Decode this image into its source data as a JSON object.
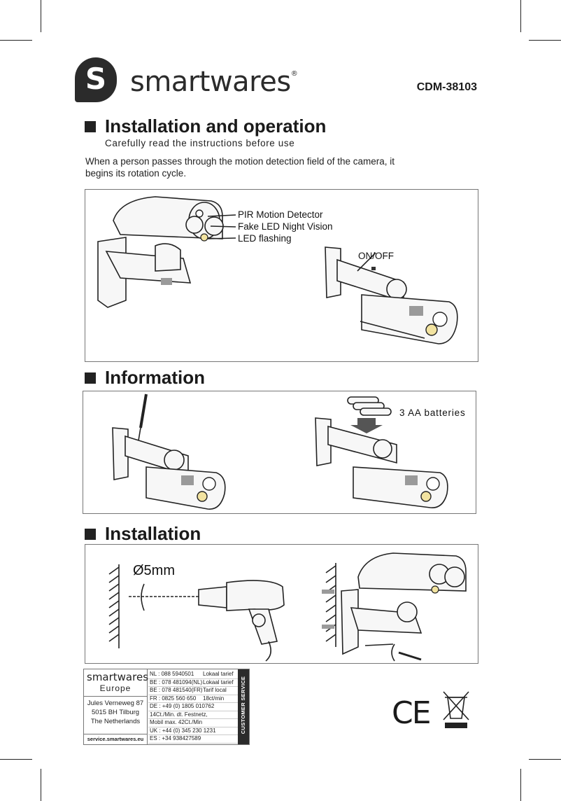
{
  "header": {
    "logo_letter": "S",
    "brand": "smartwares",
    "registered": "®",
    "model": "CDM-38103"
  },
  "section1": {
    "title": "Installation and operation",
    "subtitle": "Carefully read the instructions before use",
    "paragraph": "When a person passes through the motion detection field of the camera, it begins its rotation cycle.",
    "labels": {
      "pir": "PIR Motion Detector",
      "fake_led": "Fake LED Night Vision",
      "led_flashing": "LED flashing",
      "on_off": "ON/OFF"
    }
  },
  "section2": {
    "title": "Information",
    "batteries_label": "3 AA batteries"
  },
  "section3": {
    "title": "Installation",
    "drill_size": "Ø5mm"
  },
  "footer": {
    "brand": "smartwares",
    "region": "Europe",
    "address_line1": "Jules Verneweg 87",
    "address_line2": "5015 BH Tilburg",
    "address_line3": "The Netherlands",
    "website": "service.smartwares.eu",
    "side_label": "CUSTOMER SERVICE",
    "contacts": [
      {
        "a": "NL : 088 5940501",
        "b": "Lokaal tarief"
      },
      {
        "a": "BE : 078 481094(NL)",
        "b": "Lokaal tarief"
      },
      {
        "a": "BE : 078 481540(FR)",
        "b": "Tarif local"
      },
      {
        "a": "FR : 0825 560 650",
        "b": "18ct/min"
      },
      {
        "a": "DE : +49 (0) 1805 010762",
        "b": ""
      },
      {
        "a": "      14Ct./Min. dt. Festnetz,",
        "b": ""
      },
      {
        "a": "      Mobil max. 42Ct./Min",
        "b": ""
      },
      {
        "a": "UK : +44 (0) 345 230 1231",
        "b": ""
      },
      {
        "a": "ES : +34  938427589",
        "b": ""
      }
    ],
    "ce_mark": "CE"
  }
}
